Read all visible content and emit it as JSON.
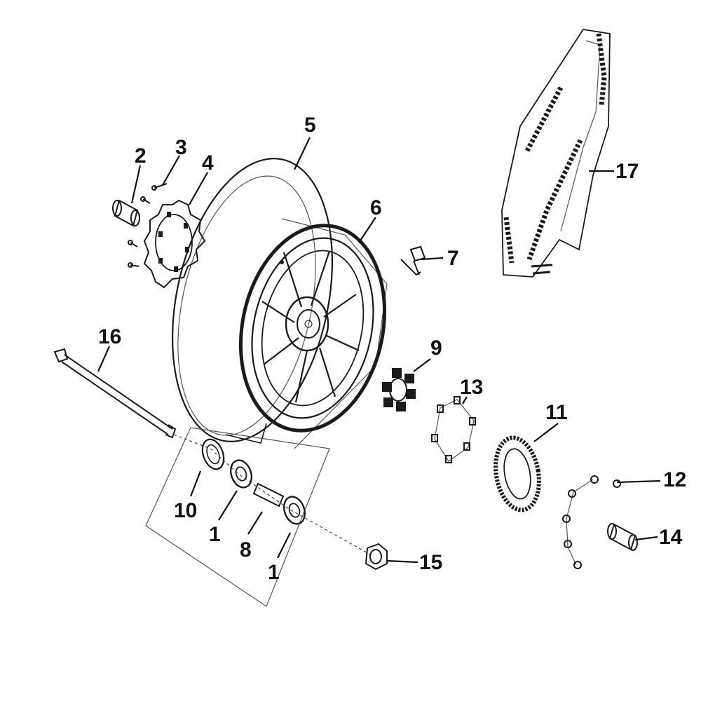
{
  "callouts": [
    {
      "id": "c2",
      "text": "2"
    },
    {
      "id": "c3",
      "text": "3"
    },
    {
      "id": "c4",
      "text": "4"
    },
    {
      "id": "c5",
      "text": "5"
    },
    {
      "id": "c6",
      "text": "6"
    },
    {
      "id": "c7",
      "text": "7"
    },
    {
      "id": "c9",
      "text": "9"
    },
    {
      "id": "c13",
      "text": "13"
    },
    {
      "id": "c11",
      "text": "11"
    },
    {
      "id": "c12",
      "text": "12"
    },
    {
      "id": "c14",
      "text": "14"
    },
    {
      "id": "c15",
      "text": "15"
    },
    {
      "id": "c16",
      "text": "16"
    },
    {
      "id": "c17",
      "text": "17"
    },
    {
      "id": "c10",
      "text": "10"
    },
    {
      "id": "c1a",
      "text": "1"
    },
    {
      "id": "c8",
      "text": "8"
    },
    {
      "id": "c1b",
      "text": "1"
    }
  ],
  "colors": {
    "line": "#111111",
    "background": "#ffffff"
  }
}
